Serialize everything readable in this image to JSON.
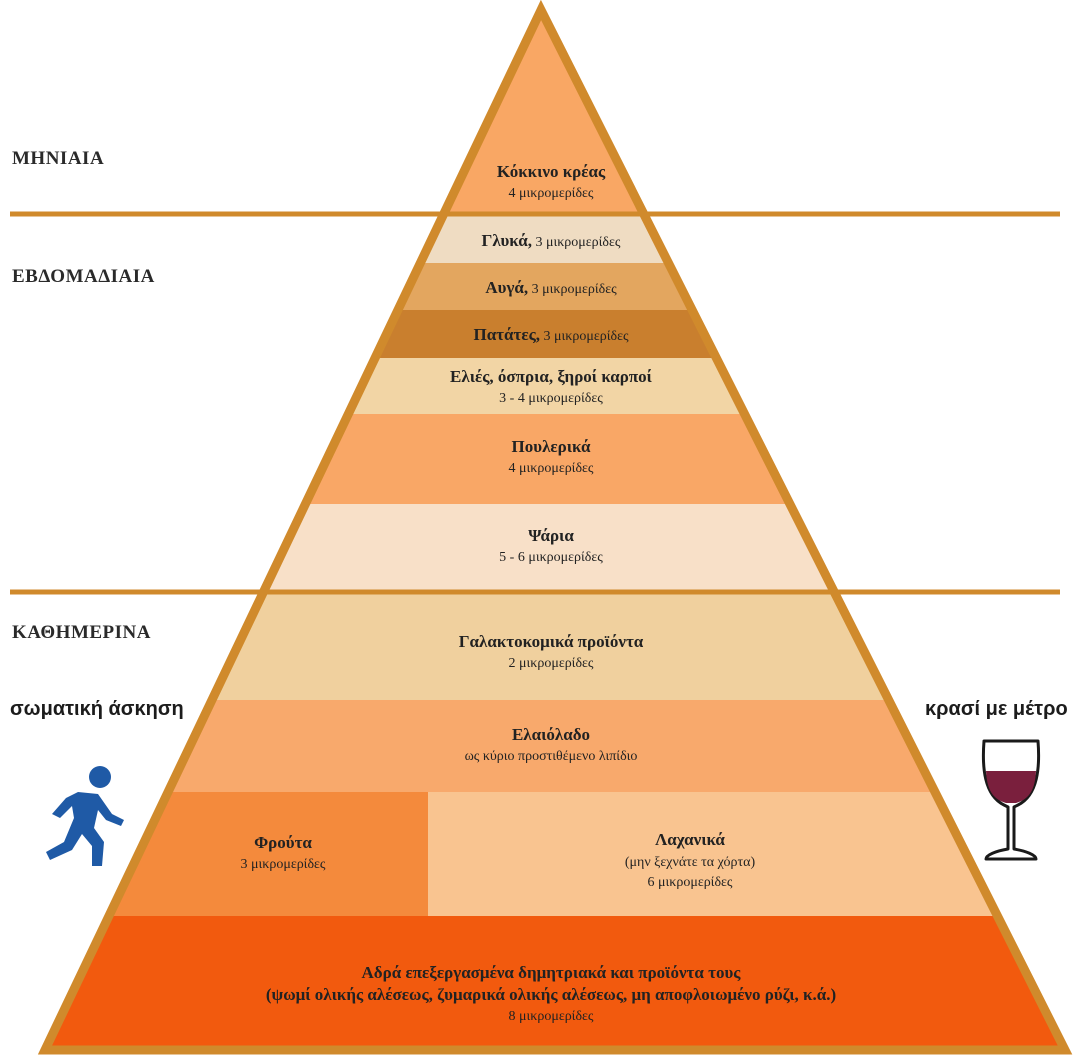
{
  "frequency_labels": {
    "monthly": "ΜΗΝΙΑΙΑ",
    "weekly": "ΕΒΔΟΜΑΔΙΑΙΑ",
    "daily": "ΚΑΘΗΜΕΡΙΝΑ"
  },
  "side_labels": {
    "exercise": "σωματική άσκηση",
    "wine": "κρασί με μέτρο"
  },
  "icons": {
    "exercise": "walking-person-icon",
    "wine": "wine-glass-icon"
  },
  "colors": {
    "outline": "#d08a2c",
    "exercise_icon": "#1f5aa6",
    "wine": "#7a1f3d"
  },
  "tiers": [
    {
      "id": "red-meat",
      "title": "Κόκκινο κρέας",
      "subtitle": "4 μικρομερίδες",
      "color": "#f9a764"
    },
    {
      "id": "sweets",
      "title": "Γλυκά,",
      "inline": " 3 μικρομερίδες",
      "color": "#efdcc2"
    },
    {
      "id": "eggs",
      "title": "Αυγά,",
      "inline": " 3 μικρομερίδες",
      "color": "#e3a65f"
    },
    {
      "id": "potatoes",
      "title": "Πατάτες,",
      "inline": " 3 μικρομερίδες",
      "color": "#c97f2e"
    },
    {
      "id": "olives",
      "title": "Ελιές, όσπρια, ξηροί καρποί",
      "subtitle": "3 - 4 μικρομερίδες",
      "color": "#f2d5a5"
    },
    {
      "id": "poultry",
      "title": "Πουλερικά",
      "subtitle": "4 μικρομερίδες",
      "color": "#f9a766"
    },
    {
      "id": "fish",
      "title": "Ψάρια",
      "subtitle": "5 - 6 μικρομερίδες",
      "color": "#f8e0c8"
    },
    {
      "id": "dairy",
      "title": "Γαλακτοκομικά προϊόντα",
      "subtitle": "2 μικρομερίδες",
      "color": "#f0d09e"
    },
    {
      "id": "olive-oil",
      "title": "Ελαιόλαδο",
      "subtitle": "ως κύριο προστιθέμενο λιπίδιο",
      "color": "#f8a96c"
    },
    {
      "id": "fruit",
      "title": "Φρούτα",
      "subtitle": "3 μικρομερίδες",
      "color": "#f48a3c"
    },
    {
      "id": "vegetables",
      "title": "Λαχανικά",
      "subtitle": "(μην ξεχνάτε τα χόρτα)",
      "subtitle2": "6 μικρομερίδες",
      "color": "#f9c490"
    },
    {
      "id": "grains",
      "title": "Αδρά επεξεργασμένα δημητριακά και προϊόντα τους",
      "title2": "(ψωμί ολικής αλέσεως, ζυμαρικά ολικής αλέσεως, μη αποφλοιωμένο ρύζι, κ.ά.)",
      "subtitle": "8 μικρομερίδες",
      "color": "#f25a0e"
    }
  ]
}
